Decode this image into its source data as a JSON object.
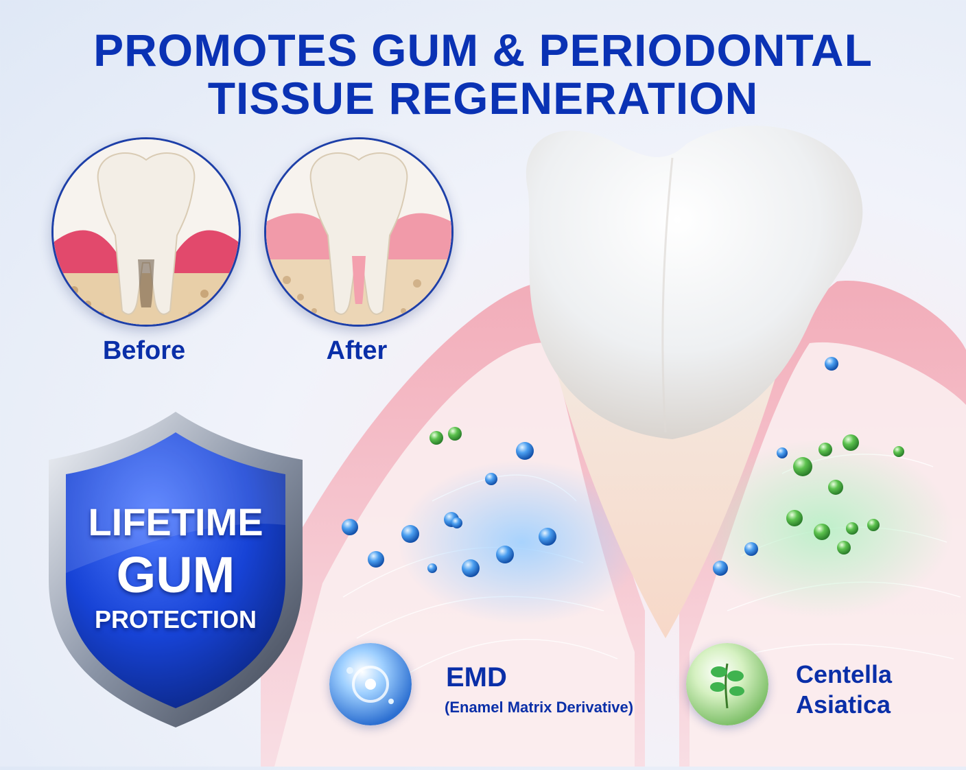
{
  "headline": {
    "line1": "PROMOTES GUM & PERIODONTAL",
    "line2": "TISSUE REGENERATION"
  },
  "comparison": {
    "before_label": "Before",
    "after_label": "After"
  },
  "badge": {
    "line1": "LIFETIME",
    "line2": "GUM",
    "line3": "PROTECTION"
  },
  "ingredients": [
    {
      "name": "EMD",
      "detail": "(Enamel Matrix Derivative)",
      "icon": "water-droplet-icon"
    },
    {
      "name_line1": "Centella",
      "name_line2": "Asiatica",
      "icon": "centella-leaf-icon"
    }
  ],
  "colors": {
    "headline": "#0a32b4",
    "shield_blue": "#1743d6",
    "gum_pink": "#e98a9e",
    "emd_blue": "#3a8ee6",
    "centella_green": "#3fb34f"
  }
}
